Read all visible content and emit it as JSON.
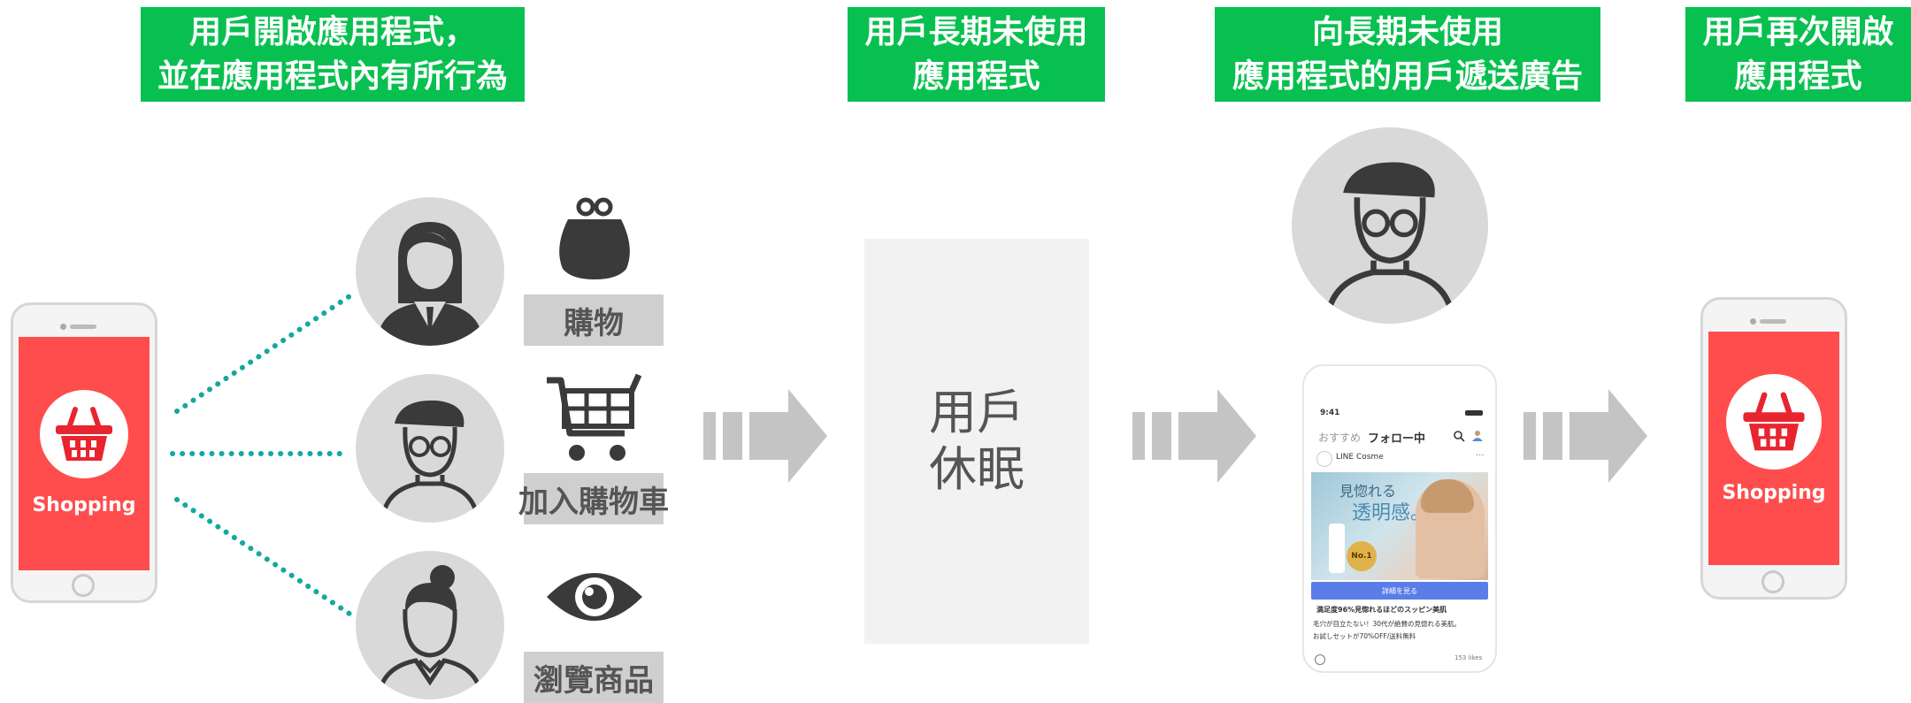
{
  "headers": [
    {
      "lines": [
        "用戶開啟應用程式，",
        "並在應用程式內有所行為"
      ]
    },
    {
      "lines": [
        "用戶長期未使用",
        "應用程式"
      ]
    },
    {
      "lines": [
        "向長期未使用",
        "應用程式的用戶遞送廣告"
      ]
    },
    {
      "lines": [
        "用戶再次開啟",
        "應用程式"
      ]
    }
  ],
  "phones": {
    "app_label": "Shopping"
  },
  "actions": [
    {
      "label": "購物",
      "icon": "coin-purse-icon"
    },
    {
      "label": "加入購物車",
      "icon": "shopping-cart-icon"
    },
    {
      "label": "瀏覽商品",
      "icon": "eye-icon"
    }
  ],
  "sleep_box": {
    "lines": [
      "用戶",
      "休眠"
    ]
  },
  "ad_phone": {
    "time": "9:41",
    "tab_recommended": "おすすめ",
    "tab_following": "フォロー中",
    "account_name": "LINE Cosme",
    "banner_line1": "見惚れる",
    "banner_line2": "透明感。",
    "banner_badge": "No.1",
    "cta_button": "詳細を見る",
    "headline": "満足度96%見惚れるほどのスッピン美肌",
    "body_line1": "毛穴が目立たない！30代が絶賛の見惚れる美肌。",
    "body_line2": "お試しセットが70%OFF/送料無料",
    "likes": "153 likes"
  },
  "colors": {
    "header_green": "#08c050",
    "dot_teal": "#14a8a0",
    "app_red": "#ff4d4d",
    "arrow_grey": "#c4c4c4"
  }
}
